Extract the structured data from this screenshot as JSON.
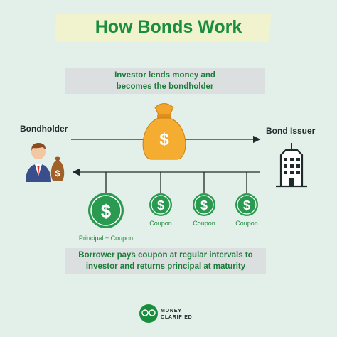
{
  "title": "How Bonds Work",
  "top_note": {
    "line1": "Investor lends money and",
    "line2": "becomes the bondholder"
  },
  "bondholder_label": "Bondholder",
  "issuer_label": "Bond Issuer",
  "money_symbol": "$",
  "payments": [
    {
      "label": "Principal + Coupon"
    },
    {
      "label": "Coupon"
    },
    {
      "label": "Coupon"
    },
    {
      "label": "Coupon"
    }
  ],
  "bottom_note": {
    "line1": "Borrower pays coupon at regular intervals to",
    "line2": "investor and returns principal at maturity"
  },
  "brand": {
    "line1": "MONEY",
    "line2": "CLARIFIED"
  },
  "colors": {
    "accent_green": "#1b8d3f",
    "coin_green": "#2a9a50",
    "bag_orange": "#f3a52a",
    "background": "#e3efe9"
  }
}
